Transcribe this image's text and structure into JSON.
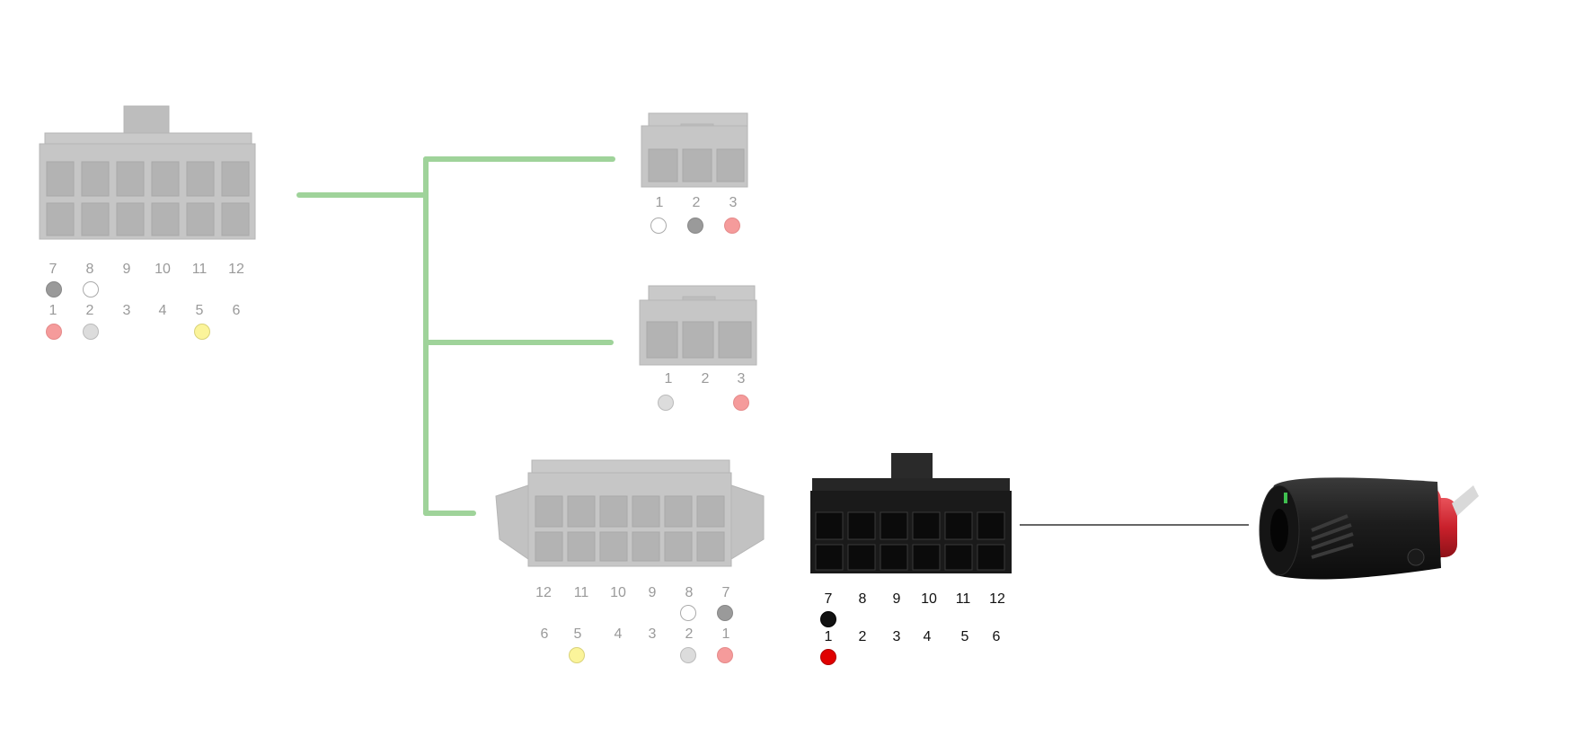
{
  "colors": {
    "harness_line": "#9fd39a",
    "cable": "#333333",
    "faded_connector": "#c9c9c9",
    "black_connector": "#1a1a1a",
    "pin_black": "#111111",
    "pin_red": "#e00000",
    "pin_gray": "#9a9a9a",
    "pin_light_gray": "#dcdcdc",
    "pin_white": "#ffffff",
    "pin_pink": "#f59b9b",
    "pin_yellow": "#fbf49a"
  },
  "connectors": {
    "left12": {
      "top_row": [
        "7",
        "8",
        "9",
        "10",
        "11",
        "12"
      ],
      "bottom_row": [
        "1",
        "2",
        "3",
        "4",
        "5",
        "6"
      ],
      "wires": [
        {
          "pin": "7",
          "color": "gray"
        },
        {
          "pin": "8",
          "color": "white"
        },
        {
          "pin": "1",
          "color": "pink"
        },
        {
          "pin": "2",
          "color": "light_gray"
        },
        {
          "pin": "5",
          "color": "yellow"
        }
      ]
    },
    "top3": {
      "labels": [
        "1",
        "2",
        "3"
      ],
      "wires": [
        {
          "pin": "1",
          "color": "white"
        },
        {
          "pin": "2",
          "color": "gray"
        },
        {
          "pin": "3",
          "color": "pink"
        }
      ]
    },
    "mid3": {
      "labels": [
        "1",
        "2",
        "3"
      ],
      "wires": [
        {
          "pin": "1",
          "color": "light_gray"
        },
        {
          "pin": "3",
          "color": "pink"
        }
      ]
    },
    "bottom12": {
      "top_row": [
        "12",
        "11",
        "10",
        "9",
        "8",
        "7"
      ],
      "bottom_row": [
        "6",
        "5",
        "4",
        "3",
        "2",
        "1"
      ],
      "wires": [
        {
          "pin": "8",
          "color": "white"
        },
        {
          "pin": "7",
          "color": "gray"
        },
        {
          "pin": "5",
          "color": "yellow"
        },
        {
          "pin": "2",
          "color": "light_gray"
        },
        {
          "pin": "1",
          "color": "pink"
        }
      ]
    },
    "black12": {
      "top_row": [
        "7",
        "8",
        "9",
        "10",
        "11",
        "12"
      ],
      "bottom_row": [
        "1",
        "2",
        "3",
        "4",
        "5",
        "6"
      ],
      "wires": [
        {
          "pin": "7",
          "color": "black"
        },
        {
          "pin": "1",
          "color": "red"
        }
      ]
    }
  },
  "plug": {
    "icon": "cigarette-lighter-plug-icon"
  }
}
